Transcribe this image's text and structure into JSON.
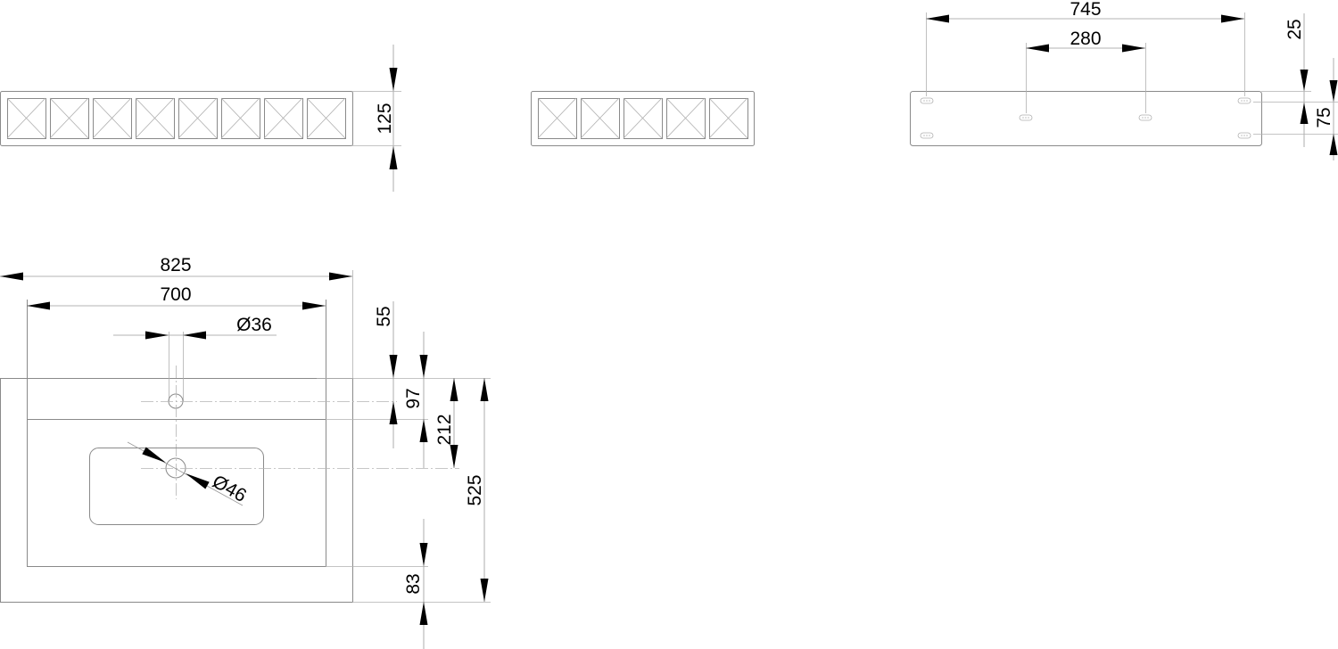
{
  "drawing": {
    "front_view_wide": {
      "cells": 8,
      "height_label": "125"
    },
    "front_view_narrow": {
      "cells": 5
    },
    "back_view": {
      "width_label": "745",
      "inner_width_label": "280",
      "top_offset_label": "25",
      "hole_spacing_label": "75"
    },
    "top_view": {
      "overall_width_label": "825",
      "inner_width_label": "700",
      "tap_hole_label": "Ø36",
      "drain_label": "Ø46",
      "back_edge_label": "55",
      "tap_offset_label": "97",
      "drain_offset_label": "212",
      "depth_label": "525",
      "front_edge_label": "83"
    }
  },
  "colors": {
    "line": "#8a8a8a",
    "arrow": "#000000",
    "background": "#ffffff"
  }
}
